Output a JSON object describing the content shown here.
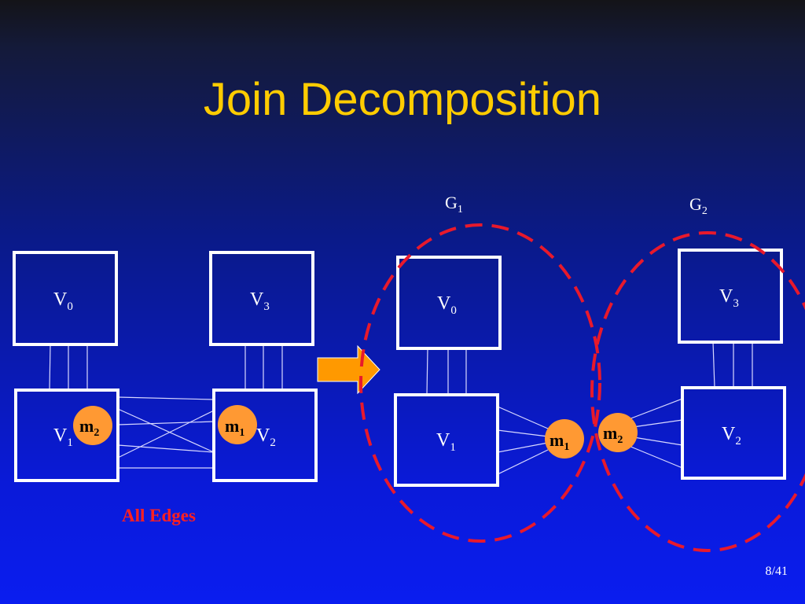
{
  "slide": {
    "title": "Join Decomposition",
    "page_number": "8/41",
    "caption": "All Edges"
  },
  "left": {
    "v0": {
      "base": "V",
      "sub": "0"
    },
    "v3": {
      "base": "V",
      "sub": "3"
    },
    "v1": {
      "base": "V",
      "sub": "1"
    },
    "v2": {
      "base": "V",
      "sub": "2"
    },
    "m2": {
      "base": "m",
      "sub": "2"
    },
    "m1": {
      "base": "m",
      "sub": "1"
    }
  },
  "right": {
    "g1": {
      "base": "G",
      "sub": "1"
    },
    "g2": {
      "base": "G",
      "sub": "2"
    },
    "v0": {
      "base": "V",
      "sub": "0"
    },
    "v1": {
      "base": "V",
      "sub": "1"
    },
    "v3": {
      "base": "V",
      "sub": "3"
    },
    "v2": {
      "base": "V",
      "sub": "2"
    },
    "m1": {
      "base": "m",
      "sub": "1"
    },
    "m2": {
      "base": "m",
      "sub": "2"
    }
  },
  "colors": {
    "title": "#ffcc00",
    "arrow": "#ff9900",
    "node": "#ff9933",
    "dashed_ellipse": "#e8192c",
    "caption": "#ff2020"
  },
  "icons": {
    "transition": "right-arrow-icon"
  }
}
